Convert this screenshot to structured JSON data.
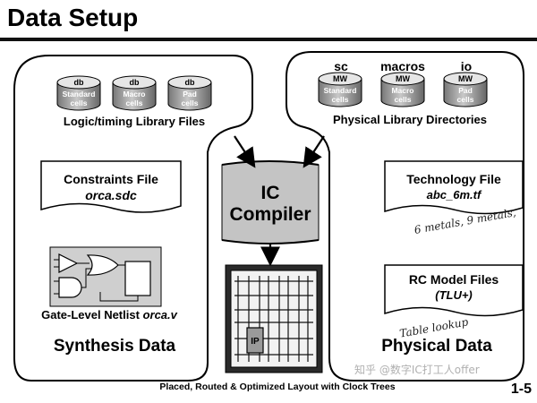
{
  "title": "Data Setup",
  "page_number": "1-5",
  "synthesis": {
    "label": "Synthesis Data",
    "logic_library": {
      "caption": "Logic/timing Library Files",
      "cylinders": [
        {
          "tag": "db",
          "line1": "Standard",
          "line2": "cells"
        },
        {
          "tag": "db",
          "line1": "Macro",
          "line2": "cells"
        },
        {
          "tag": "db",
          "line1": "Pad",
          "line2": "cells"
        }
      ]
    },
    "constraints": {
      "title": "Constraints File",
      "file": "orca.sdc"
    },
    "netlist": {
      "label": "Gate-Level Netlist",
      "file": "orca.v"
    }
  },
  "physical": {
    "label": "Physical Data",
    "libraries": {
      "caption": "Physical Library Directories",
      "columns": [
        "sc",
        "macros",
        "io"
      ],
      "cylinders": [
        {
          "tag": "MW",
          "line1": "Standard",
          "line2": "cells"
        },
        {
          "tag": "MW",
          "line1": "Macro",
          "line2": "cells"
        },
        {
          "tag": "MW",
          "line1": "Pad",
          "line2": "cells"
        }
      ]
    },
    "technology": {
      "title": "Technology File",
      "file": "abc_6m.tf",
      "handwritten_note": "6 metals, 9 metals,"
    },
    "rc_model": {
      "title": "RC Model Files",
      "file": "(TLU+)",
      "handwritten_note": "Table lookup"
    }
  },
  "compiler": {
    "line1": "IC",
    "line2": "Compiler"
  },
  "layout": {
    "caption": "Placed, Routed & Optimized Layout with Clock Trees",
    "ip_label": "IP"
  },
  "watermark": "知乎 @数字IC打工人offer"
}
